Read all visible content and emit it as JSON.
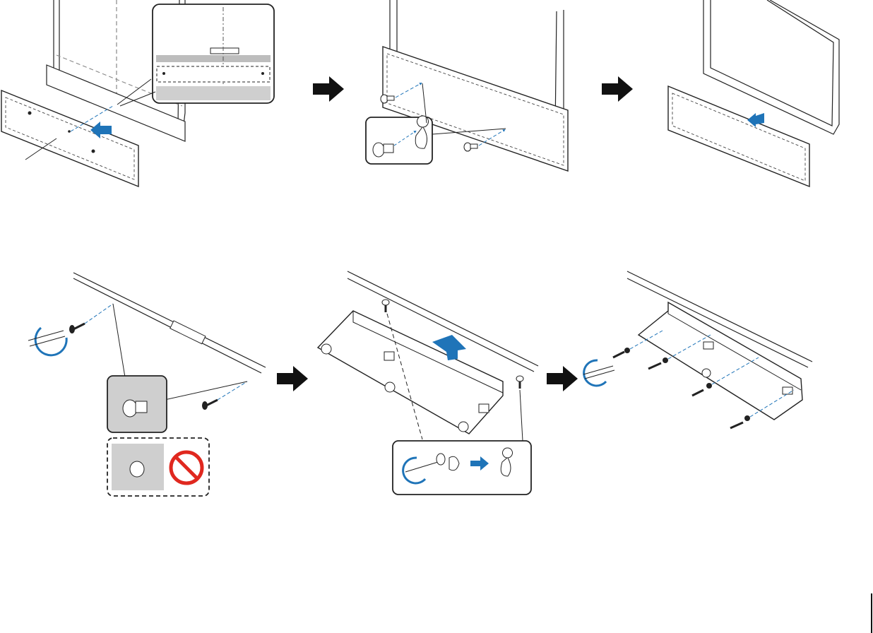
{
  "figure": {
    "steps_top": [
      "step-1-template",
      "step-2-insert-screws",
      "step-3-remove-template"
    ],
    "steps_bottom": [
      "step-4-tighten-screws",
      "step-5-hang-bracket",
      "step-6-secure-bracket"
    ]
  },
  "icons": {
    "step_arrow": "right-arrow-icon",
    "insert_arrow": "insert-arrow-icon",
    "remove_arrow": "remove-arrow-icon",
    "rotate": "rotate-icon",
    "prohibited": "prohibited-icon",
    "screw": "screw-icon",
    "keyhole": "keyhole-icon"
  },
  "colors": {
    "accent_blue": "#1f74b8",
    "line": "#222222",
    "panel_gray": "#cfcfcf",
    "prohibit_red": "#e0281f",
    "arrow_black": "#111111"
  }
}
